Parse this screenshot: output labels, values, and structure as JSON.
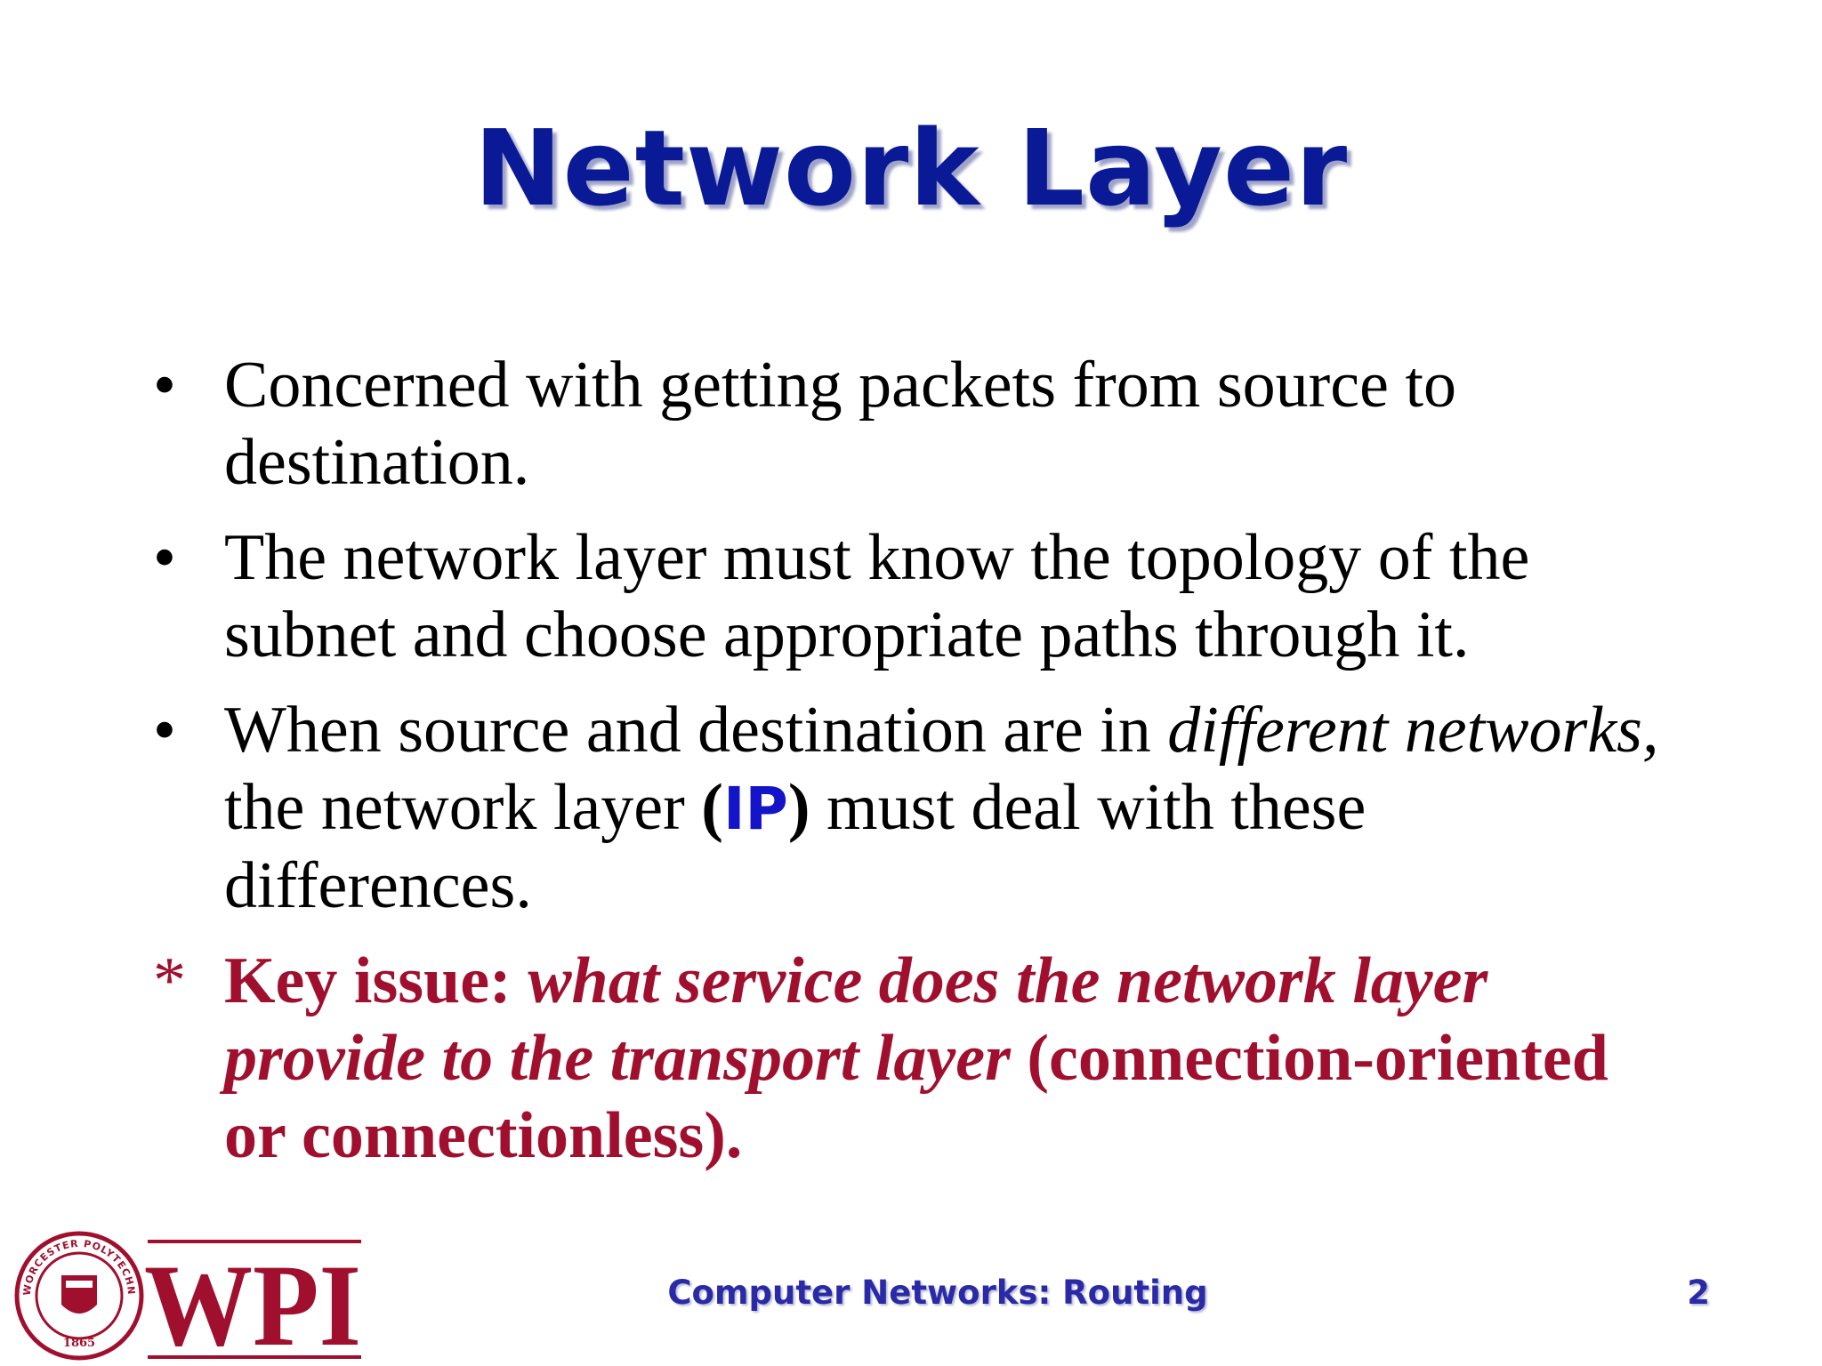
{
  "slide": {
    "title": "Network Layer",
    "bullets": [
      {
        "marker": "•",
        "text": "Concerned with getting packets from source to destination."
      },
      {
        "marker": "•",
        "text": "The network layer must know the topology of the subnet and choose appropriate paths through it."
      },
      {
        "marker": "•",
        "part1": "When source and destination are in ",
        "part2_italic": "different networks,",
        "part3": " the network layer ",
        "paren_open": "(",
        "ip": "IP",
        "paren_close": ")",
        "part4": " must deal with these differences."
      }
    ],
    "key_issue": {
      "marker": "*",
      "label": "Key issue: ",
      "italic": "what service does the network layer provide to the transport layer",
      "rest": " (connection-oriented or connectionless)."
    }
  },
  "footer": {
    "title": "Computer Networks: Routing",
    "page_number": "2"
  },
  "logo": {
    "text": "WPI",
    "seal_text": "WORCESTER POLYTECHNIC INSTITUTE",
    "year": "1865",
    "color": "#a0102e"
  },
  "colors": {
    "title": "#0a1a96",
    "key_issue": "#a0102e",
    "ip": "#1414c8",
    "footer": "#2a2aa6"
  }
}
